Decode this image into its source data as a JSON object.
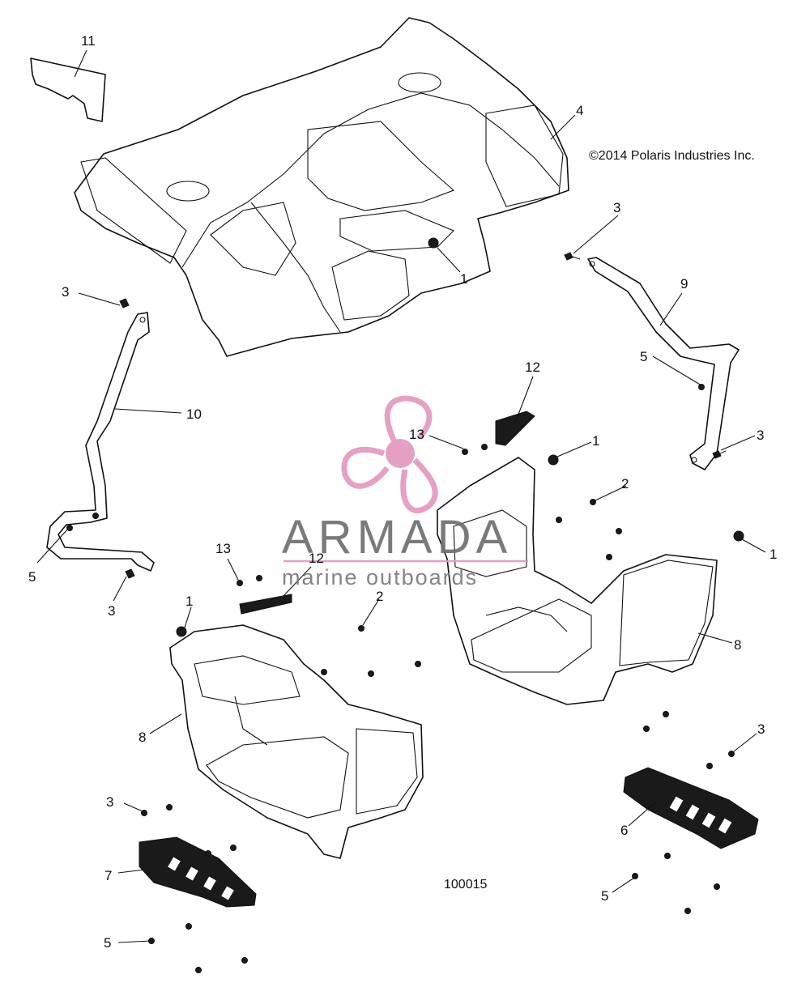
{
  "copyright": "©2014 Polaris Industries Inc.",
  "figure_number": "100015",
  "watermark": {
    "brand": "ARMADA",
    "tagline": "marine outboards",
    "logo_color": "#e39ac0"
  },
  "callouts": [
    "11",
    "4",
    "3",
    "1",
    "9",
    "10",
    "3",
    "5",
    "12",
    "13",
    "1",
    "3",
    "2",
    "1",
    "13",
    "12",
    "2",
    "1",
    "5",
    "3",
    "8",
    "8",
    "3",
    "3",
    "6",
    "7",
    "5",
    "5"
  ]
}
